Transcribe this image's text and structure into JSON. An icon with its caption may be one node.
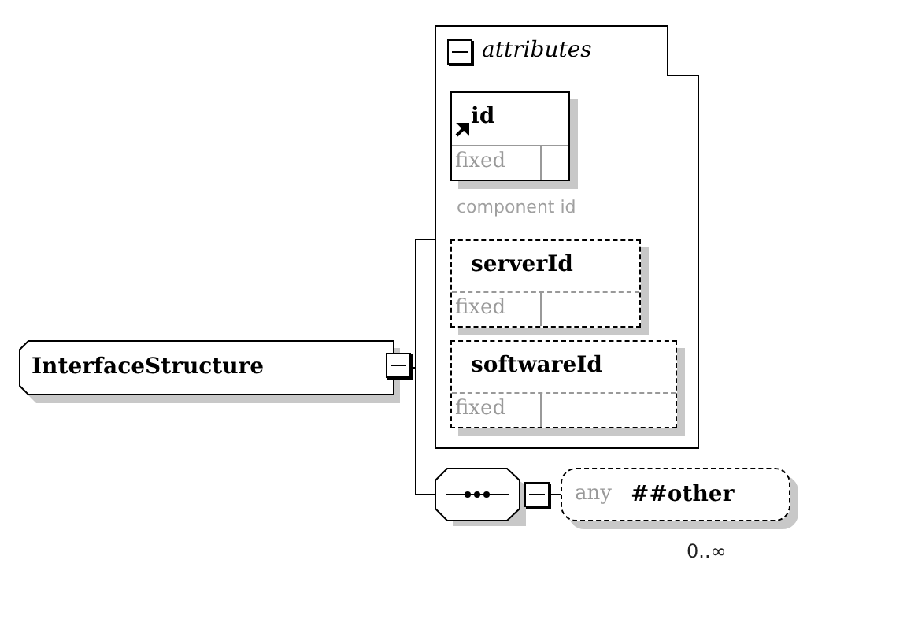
{
  "diagram": {
    "nodes": [
      {
        "text": [
          "InterfaceStructure"
        ]
      },
      {
        "text": [
          "attributes"
        ]
      },
      {
        "text": [
          "id",
          "fixed"
        ],
        "in": 1,
        "beside": [
          "component id"
        ]
      },
      {
        "text": [
          "serverId",
          "fixed"
        ],
        "in": 1
      },
      {
        "text": [
          "softwareId",
          "fixed"
        ],
        "in": 1
      },
      {
        "text": [],
        "shape": "octagon"
      },
      {
        "text": [
          "any",
          "##other"
        ],
        "beside": [
          "0..∞"
        ]
      }
    ],
    "edges": [
      {
        "from": 0,
        "to": 1,
        "arrow": "none"
      },
      {
        "from": 0,
        "to": 5,
        "arrow": "none"
      },
      {
        "from": 5,
        "to": 6,
        "arrow": "none"
      }
    ]
  }
}
